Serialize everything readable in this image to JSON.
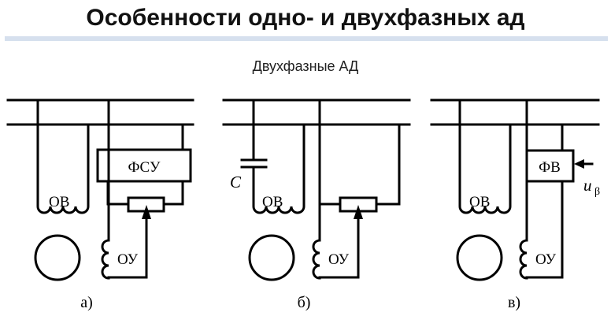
{
  "title": "Особенности одно- и двухфазных ад",
  "subtitle": "Двухфазные АД",
  "schemes": [
    {
      "id": "a",
      "caption": "а)",
      "field_winding": "ОВ",
      "control_winding": "ОУ",
      "device": "ФСУ"
    },
    {
      "id": "b",
      "caption": "б)",
      "field_winding": "ОВ",
      "control_winding": "ОУ",
      "capacitor": "C"
    },
    {
      "id": "c",
      "caption": "в)",
      "field_winding": "ОВ",
      "control_winding": "ОУ",
      "device": "ФВ",
      "input_symbol": "u",
      "input_subscript": "β"
    }
  ],
  "colors": {
    "line": "#000000",
    "accent_rule": "#d6e0ee"
  }
}
